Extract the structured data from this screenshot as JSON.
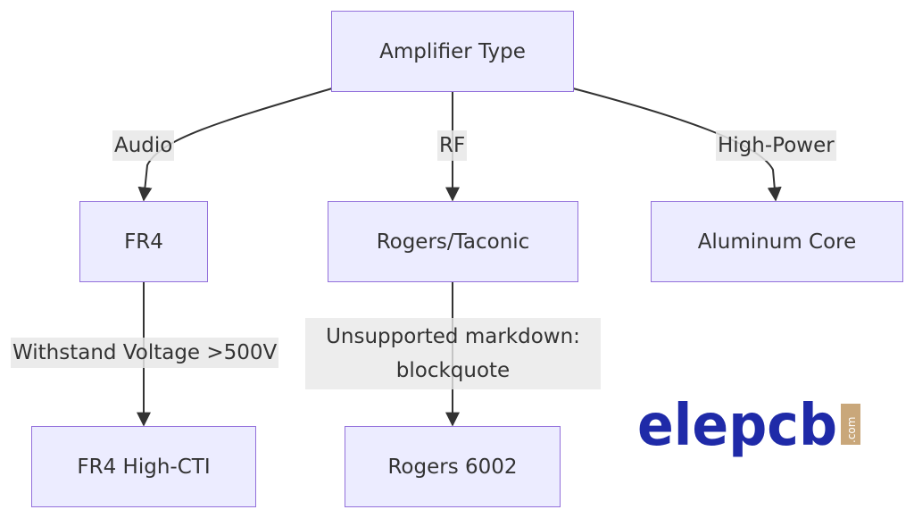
{
  "nodes": {
    "root": "Amplifier Type",
    "fr4": "FR4",
    "rogers_taconic": "Rogers/Taconic",
    "aluminum_core": "Aluminum Core",
    "fr4_high_cti": "FR4 High-CTI",
    "rogers_6002": "Rogers 6002"
  },
  "edges": {
    "audio": "Audio",
    "rf": "RF",
    "high_power": "High-Power",
    "withstand": "Withstand Voltage >500V",
    "unsupported_line1": "Unsupported markdown:",
    "unsupported_line2": "blockquote"
  },
  "logo": {
    "wordmark": "elepcb",
    "suffix": ".com"
  },
  "colors": {
    "node_fill": "#ECECFF",
    "node_border": "#9370DB",
    "edge": "#333333",
    "label_bg": "#E8E8E8",
    "logo_blue": "#1F2AA8",
    "logo_tab": "#C9A77A"
  }
}
